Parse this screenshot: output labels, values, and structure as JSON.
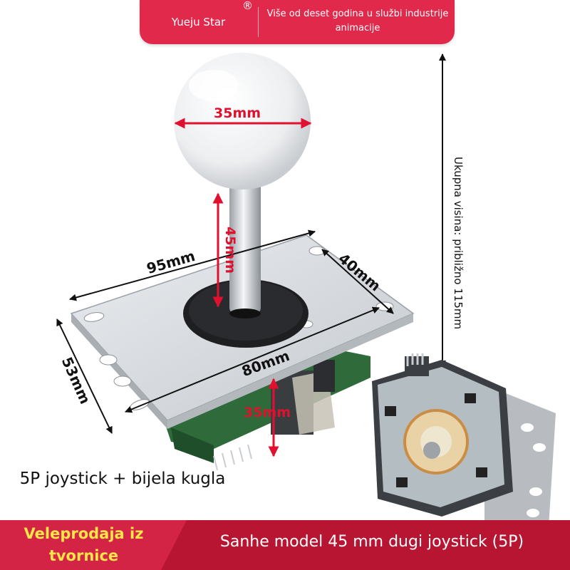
{
  "banner": {
    "brand": "Yueju Star",
    "registered": "®",
    "tagline": "Više od deset godina u službi industrije animacije"
  },
  "dimensions": {
    "ball_diameter": "35mm",
    "shaft_length": "45mm",
    "plate_width": "95mm",
    "plate_depth": "40mm",
    "plate_height": "53mm",
    "hole_spacing": "80mm",
    "base_height": "35mm",
    "total_height": "Ukupna visina: približno 115mm"
  },
  "caption": "5P joystick + bijela kugla",
  "bottom": {
    "left": "Veleprodaja iz tvornice",
    "right": "Sanhe model 45 mm dugi joystick (5P)"
  },
  "colors": {
    "banner": "#e1294b",
    "bottom_bar": "#b81532",
    "accent_yellow": "#ffe44a",
    "dimension_red": "#e0102f"
  }
}
